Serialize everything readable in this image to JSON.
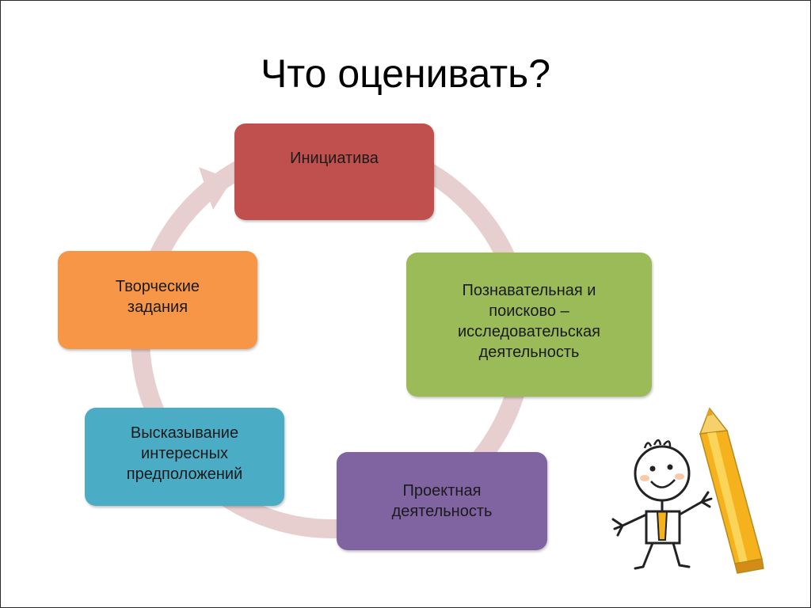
{
  "title": "Что оценивать?",
  "colors": {
    "ring": "#e8cfcf",
    "initiative": "#c0504d",
    "research": "#9bbb59",
    "project": "#8064a2",
    "hypothesis": "#4bacc6",
    "creative": "#f79646"
  },
  "cycle": [
    {
      "id": "initiative",
      "label": "Инициатива"
    },
    {
      "id": "research",
      "label": "Познавательная и\nпоисково –\nисследовательская\nдеятельность"
    },
    {
      "id": "project",
      "label": "Проектная\nдеятельность"
    },
    {
      "id": "hypothesis",
      "label": "Высказывание\nинтересных\nпредположений"
    },
    {
      "id": "creative",
      "label": "Творческие\nзадания"
    }
  ]
}
